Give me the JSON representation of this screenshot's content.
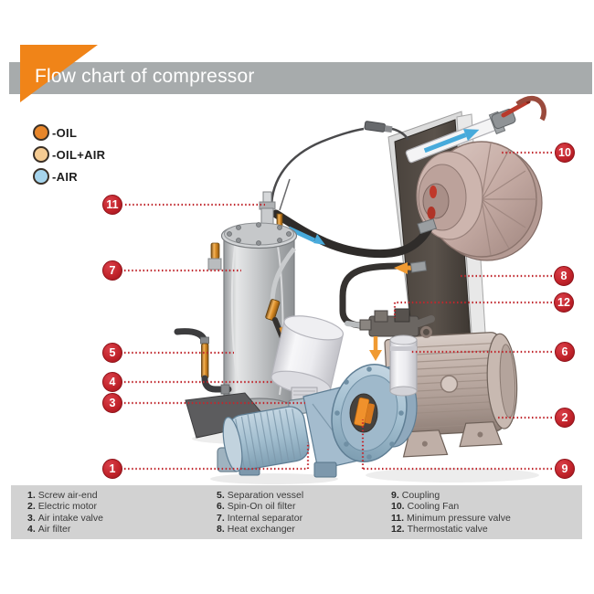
{
  "header": {
    "title": "Flow chart of compressor"
  },
  "flow_legend": [
    {
      "label": "-OIL",
      "color": "#e8862a"
    },
    {
      "label": "-OIL+AIR",
      "color": "#f5cb92"
    },
    {
      "label": "-AIR",
      "color": "#a6d4ec"
    }
  ],
  "callouts": [
    "1",
    "2",
    "3",
    "4",
    "5",
    "6",
    "7",
    "8",
    "9",
    "10",
    "11",
    "12"
  ],
  "parts": {
    "col1": [
      {
        "n": "1.",
        "t": "Screw air-end"
      },
      {
        "n": "2.",
        "t": "Electric motor"
      },
      {
        "n": "3.",
        "t": "Air intake valve"
      },
      {
        "n": "4.",
        "t": "Air filter"
      }
    ],
    "col2": [
      {
        "n": "5.",
        "t": "Separation vessel"
      },
      {
        "n": "6.",
        "t": "Spin-On oil filter"
      },
      {
        "n": "7.",
        "t": "Internal separator"
      },
      {
        "n": "8.",
        "t": "Heat exchanger"
      }
    ],
    "col3": [
      {
        "n": "9.",
        "t": "Coupling"
      },
      {
        "n": "10.",
        "t": "Cooling Fan"
      },
      {
        "n": "11.",
        "t": "Minimum pressure valve"
      },
      {
        "n": "12.",
        "t": "Thermostatic valve"
      }
    ]
  },
  "colors": {
    "accent_orange": "#f08418",
    "header_gray": "#a7abac",
    "callout_red": "#c2242b",
    "leader_red": "#c0272d",
    "panel_gray": "#d2d2d2",
    "air_arrow_blue": "#47aadb",
    "oil_arrow_orange": "#f09a32"
  }
}
